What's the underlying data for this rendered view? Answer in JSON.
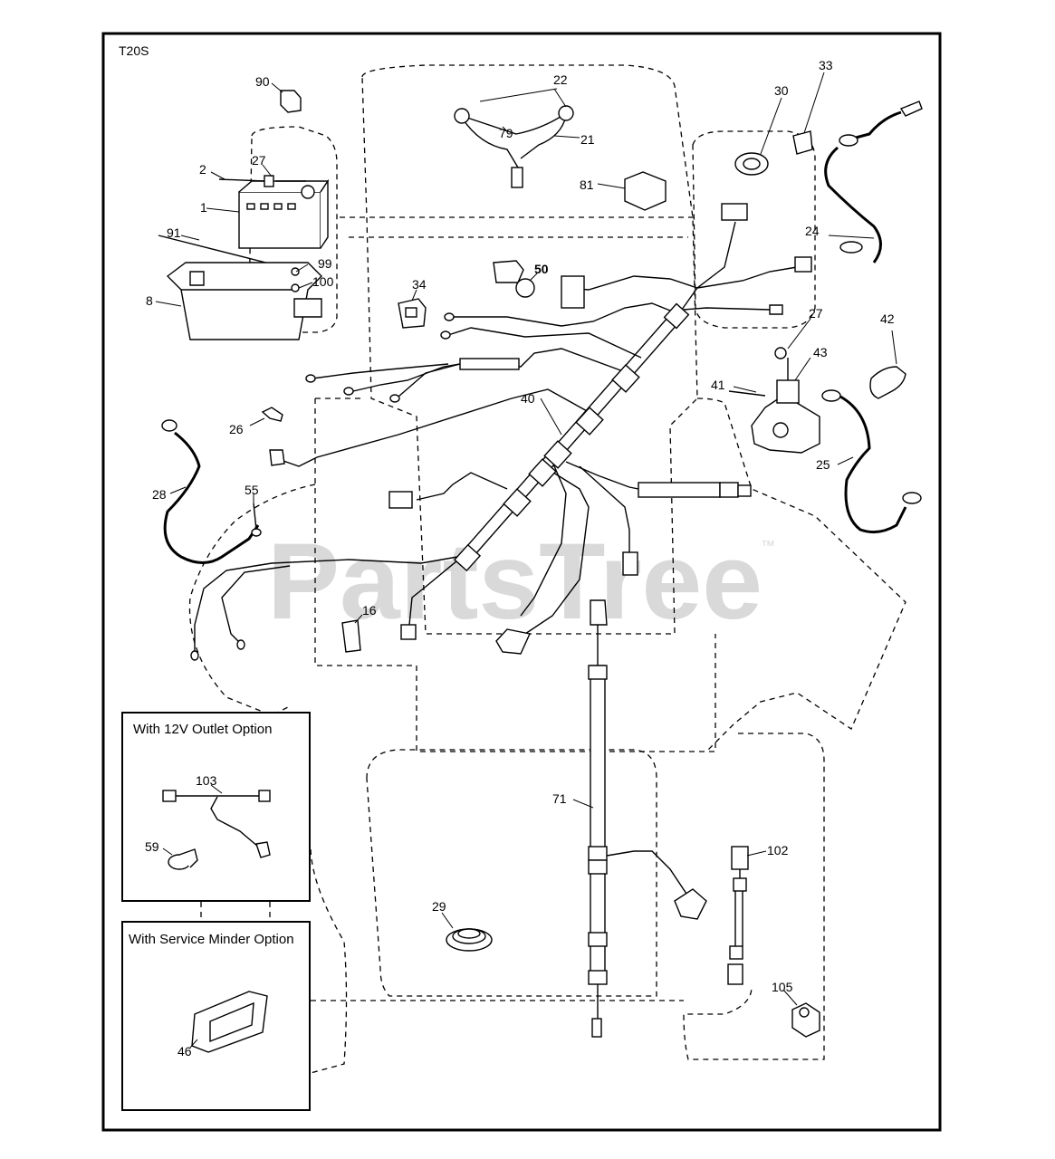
{
  "diagram_id": "T20S",
  "watermark": "PartsTree",
  "watermark_tm": "™",
  "insets": {
    "outlet_title": "With 12V Outlet Option",
    "minder_title": "With Service Minder Option"
  },
  "callouts": {
    "c1": "1",
    "c2": "2",
    "c8": "8",
    "c16": "16",
    "c21": "21",
    "c22": "22",
    "c24": "24",
    "c25": "25",
    "c26": "26",
    "c27a": "27",
    "c27b": "27",
    "c28": "28",
    "c29": "29",
    "c30": "30",
    "c33": "33",
    "c34": "34",
    "c40": "40",
    "c41": "41",
    "c42": "42",
    "c43": "43",
    "c46": "46",
    "c50": "50",
    "c55": "55",
    "c59": "59",
    "c71": "71",
    "c79": "79",
    "c81": "81",
    "c90": "90",
    "c91": "91",
    "c99": "99",
    "c100": "100",
    "c102": "102",
    "c103": "103",
    "c105": "105"
  }
}
